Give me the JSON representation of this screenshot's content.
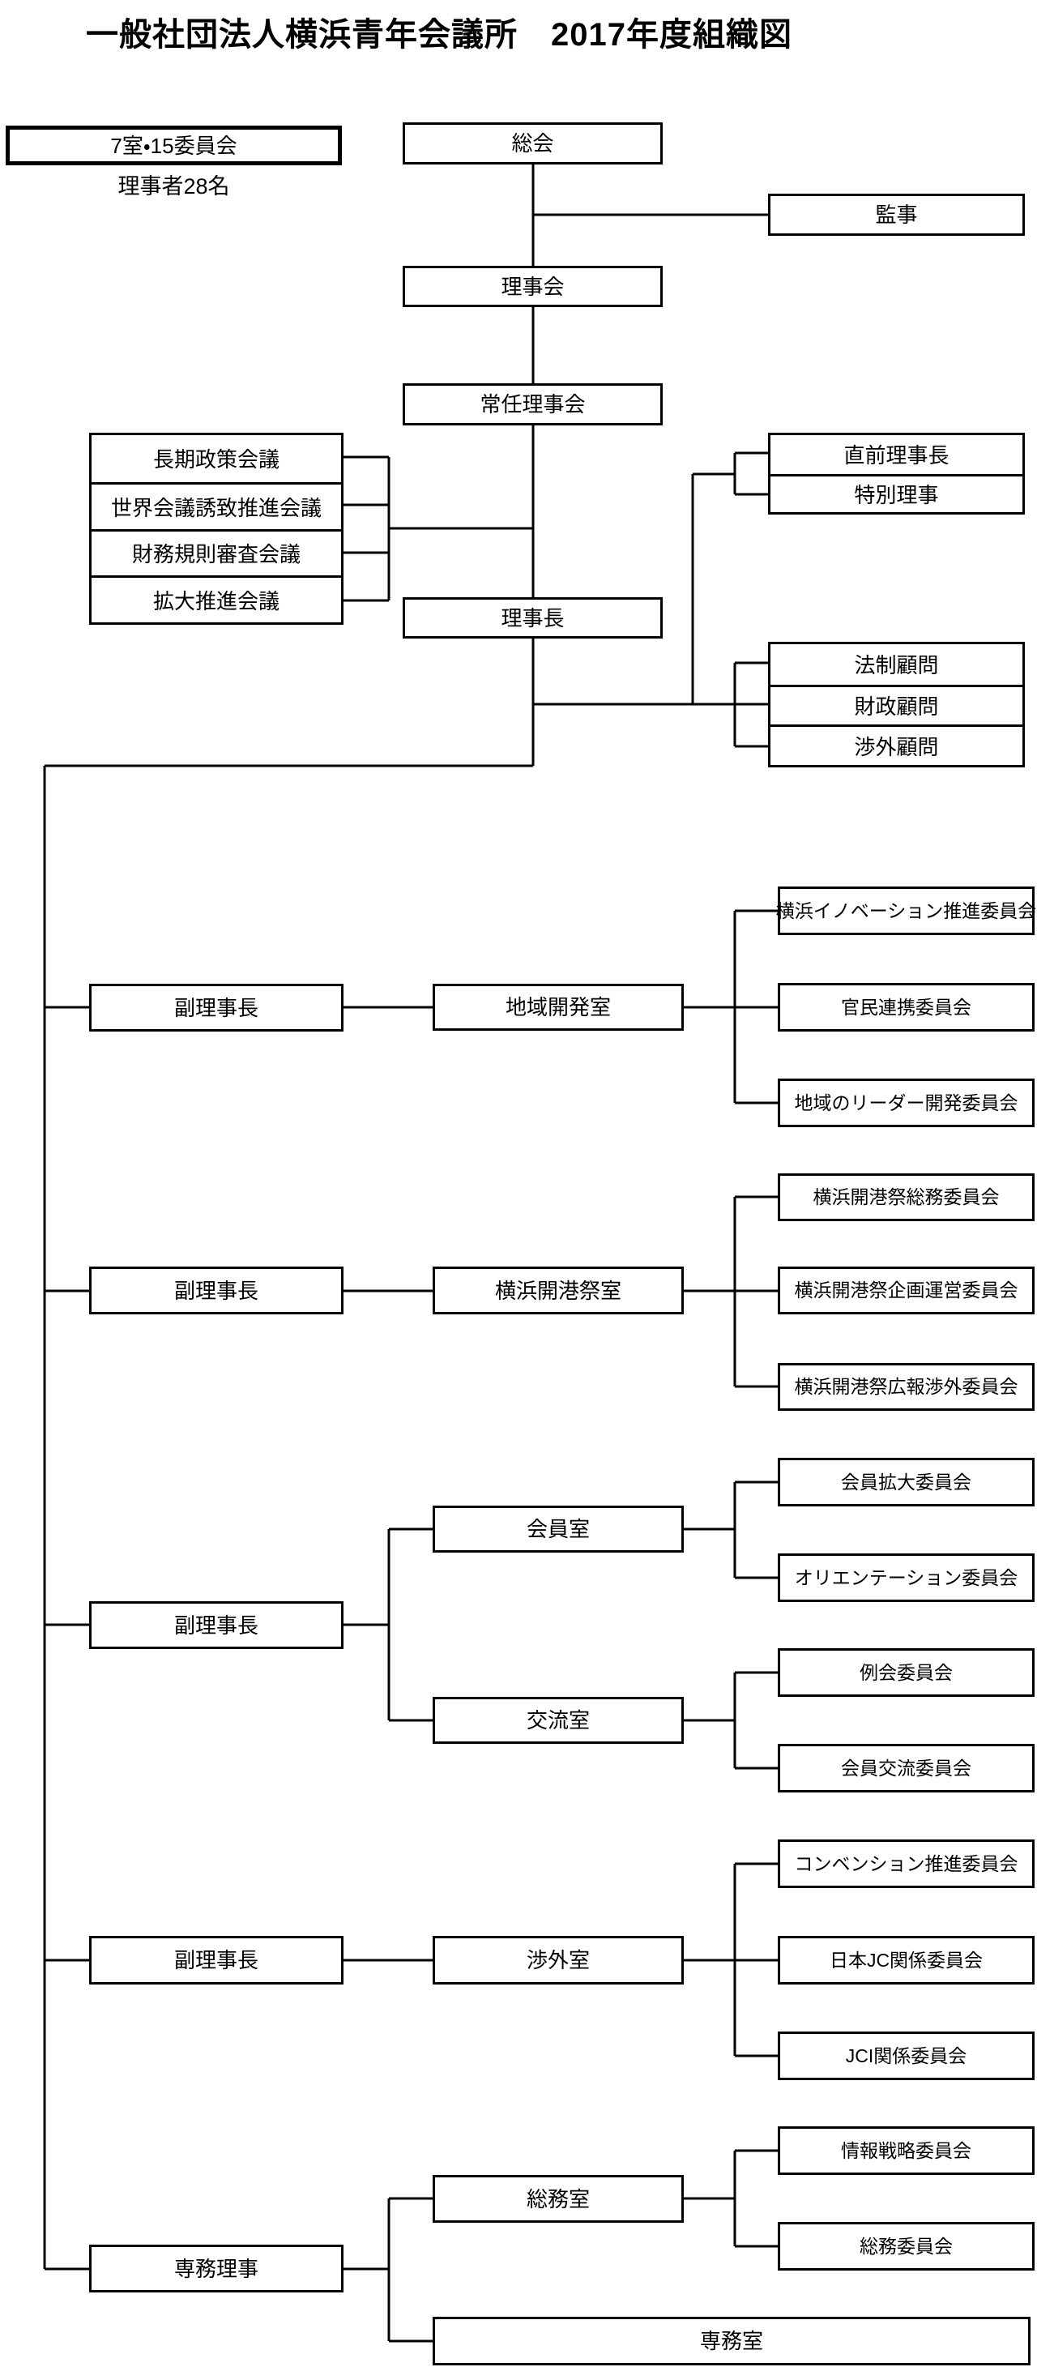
{
  "title": "一般社団法人横浜青年会議所　2017年度組織図",
  "summary": {
    "box_label": "7室・15委員会",
    "caption": "理事者28名"
  },
  "colors": {
    "line": "#000000",
    "box_border": "#000000",
    "background": "#ffffff",
    "text": "#000000"
  },
  "nodes": {
    "general_meeting": "総会",
    "auditor": "監事",
    "board": "理事会",
    "standing_board": "常任理事会",
    "president": "理事長",
    "immediate_past_president": "直前理事長",
    "special_director": "特別理事",
    "vice_president": "副理事長",
    "executive_director": "専務理事"
  },
  "councils": [
    "長期政策会議",
    "世界会議誘致推進会議",
    "財務規則審査会議",
    "拡大推進会議"
  ],
  "advisors": [
    "法制顧問",
    "財政顧問",
    "渉外顧問"
  ],
  "rooms": {
    "regional_dev": "地域開発室",
    "kaikousai": "横浜開港祭室",
    "membership": "会員室",
    "exchange": "交流室",
    "external": "渉外室",
    "general_affairs": "総務室",
    "executive_office": "専務室"
  },
  "committees": {
    "regional_dev": [
      "横浜イノベーション推進委員会",
      "官民連携委員会",
      "地域のリーダー開発委員会"
    ],
    "kaikousai": [
      "横浜開港祭総務委員会",
      "横浜開港祭企画運営委員会",
      "横浜開港祭広報渉外委員会"
    ],
    "membership": [
      "会員拡大委員会",
      "オリエンテーション委員会"
    ],
    "exchange": [
      "例会委員会",
      "会員交流委員会"
    ],
    "external": [
      "コンベンション推進委員会",
      "日本JC関係委員会",
      "JCI関係委員会"
    ],
    "general_affairs": [
      "情報戦略委員会",
      "総務委員会"
    ]
  }
}
